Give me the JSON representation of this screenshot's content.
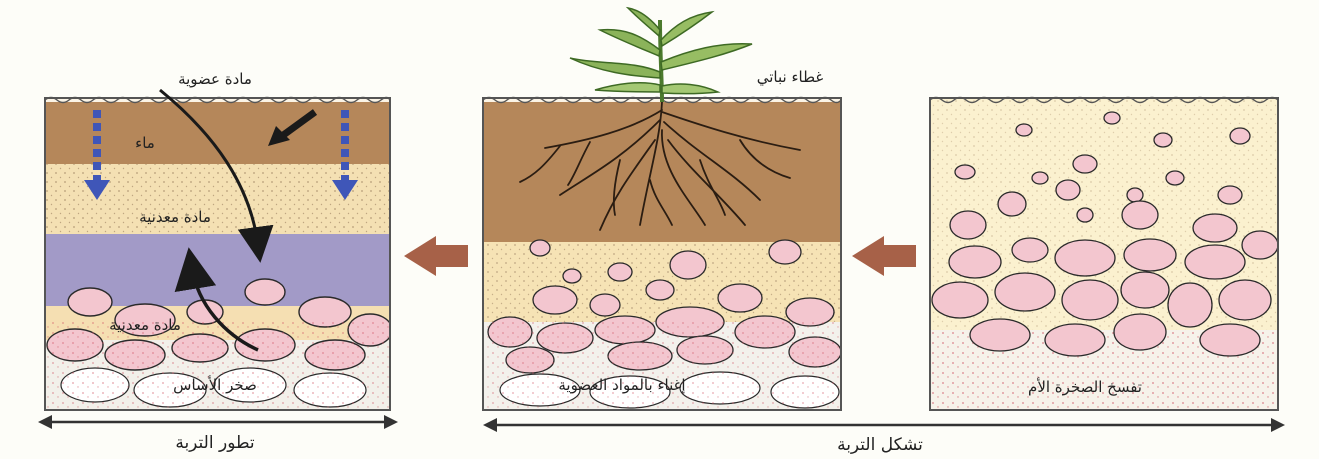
{
  "labels": {
    "organic_matter": "مادة عضوية",
    "water": "ماء",
    "mineral_matter_top": "مادة معدنية",
    "mineral_matter_bottom": "مادة معدنية",
    "bedrock": "صخر الأساس",
    "plant_cover": "غطاء نباتي",
    "organic_enrichment": "إغناء بالمواد العضوية",
    "parent_rock_breakdown": "تفسخ الصخرة الأم",
    "soil_evolution": "تطور التربة",
    "soil_formation": "تشكل التربة"
  },
  "colors": {
    "topsoil_brown": "#b5875a",
    "sand": "#f6e3b5",
    "purple_band": "#a29ac7",
    "pebble_fill": "#f3c6cf",
    "water_arrow": "#3f56b8",
    "stage_arrow": "#a76148"
  }
}
